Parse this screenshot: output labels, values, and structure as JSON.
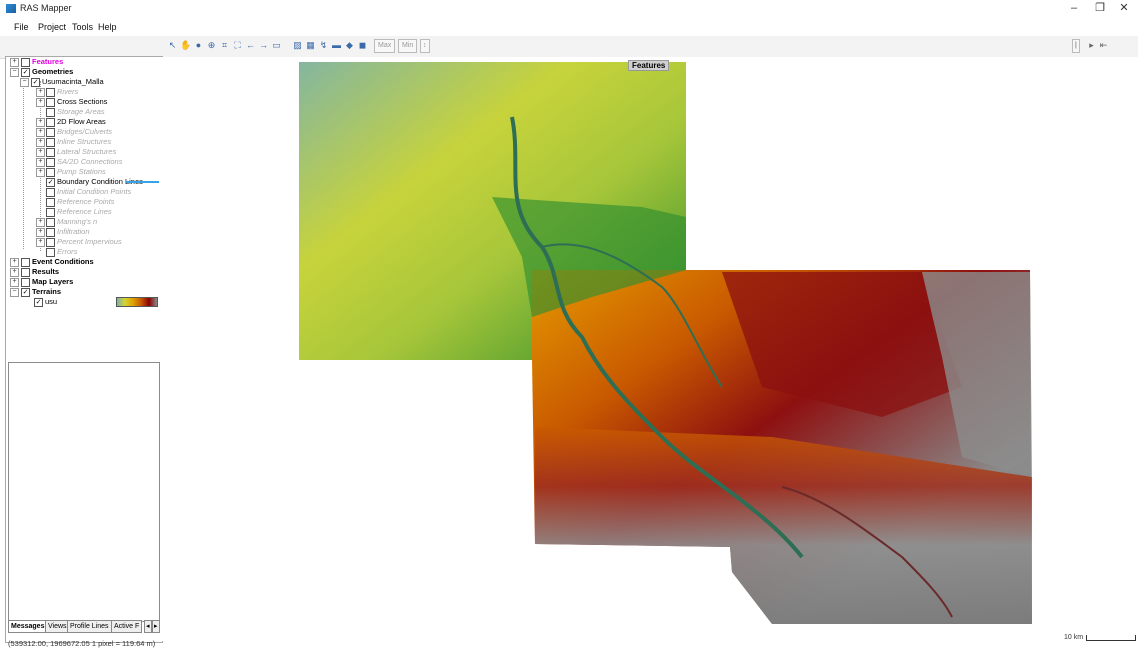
{
  "window": {
    "title": "RAS Mapper",
    "controls": [
      "–",
      "❐",
      "✕"
    ]
  },
  "menu": [
    "File",
    "Project",
    "Tools",
    "Help"
  ],
  "toolbar": {
    "max_label": "Max",
    "min_label": "Min"
  },
  "tree": {
    "features": "Features",
    "geometries": "Geometries",
    "geometry_name": "Usumacinta_Malla",
    "geometry_layers": [
      {
        "label": "Rivers",
        "enabled": false
      },
      {
        "label": "Cross Sections",
        "enabled": true
      },
      {
        "label": "Storage Areas",
        "enabled": false
      },
      {
        "label": "2D Flow Areas",
        "enabled": true
      },
      {
        "label": "Bridges/Culverts",
        "enabled": false
      },
      {
        "label": "Inline Structures",
        "enabled": false
      },
      {
        "label": "Lateral Structures",
        "enabled": false
      },
      {
        "label": "SA/2D Connections",
        "enabled": false
      },
      {
        "label": "Pump Stations",
        "enabled": false
      },
      {
        "label": "Boundary Condition Lines",
        "enabled": true
      },
      {
        "label": "Initial Condition Points",
        "enabled": false
      },
      {
        "label": "Reference Points",
        "enabled": false
      },
      {
        "label": "Reference Lines",
        "enabled": false
      },
      {
        "label": "Manning's n",
        "enabled": false
      },
      {
        "label": "Infiltration",
        "enabled": false
      },
      {
        "label": "Percent Impervious",
        "enabled": false
      },
      {
        "label": "Errors",
        "enabled": false
      }
    ],
    "event_conditions": "Event Conditions",
    "results": "Results",
    "map_layers": "Map Layers",
    "terrains": "Terrains",
    "terrain_name": "usu"
  },
  "tabs": [
    "Messages",
    "Views",
    "Profile Lines",
    "Active F"
  ],
  "status_text": "(539312.00, 1969672.05  1 pixel = 119.64 m)",
  "map": {
    "features_label": "Features",
    "scale_label": "10 km"
  },
  "colors": {
    "highlight_line": "#39a3e8",
    "features_text": "#e000e0"
  }
}
